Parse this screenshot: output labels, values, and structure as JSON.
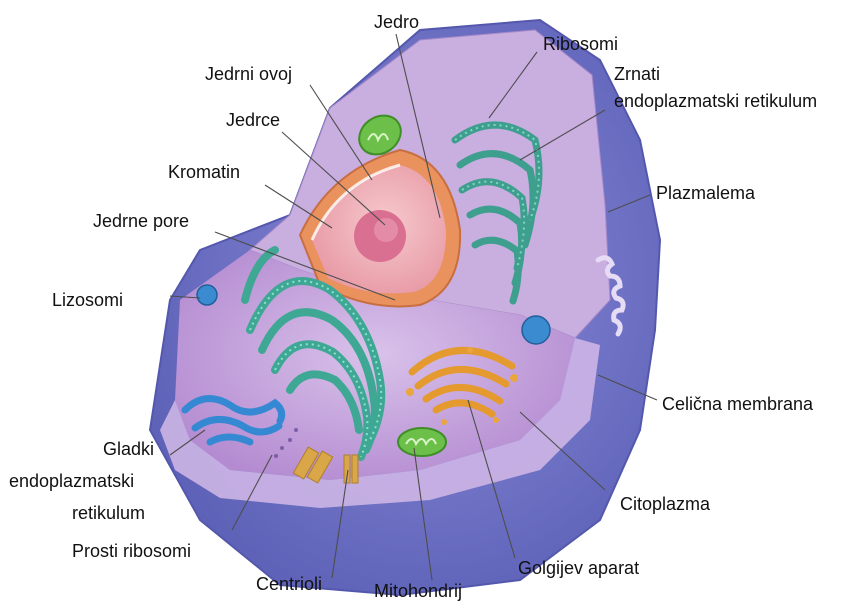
{
  "diagram": {
    "labels": {
      "jedro": "Jedro",
      "ribosomi": "Ribosomi",
      "zrnati_1": "Zrnati",
      "zrnati_2": "endoplazmatski retikulum",
      "jedrni_ovoj": "Jedrni ovoj",
      "jedrce": "Jedrce",
      "kromatin": "Kromatin",
      "plazmalema": "Plazmalema",
      "jedrne_pore": "Jedrne pore",
      "lizosomi": "Lizosomi",
      "celicna_membrana": "Celična membrana",
      "gladki_1": "Gladki",
      "gladki_2": "endoplazmatski",
      "gladki_3": "retikulum",
      "citoplazma": "Citoplazma",
      "prosti_ribosomi": "Prosti ribosomi",
      "golgijev_aparat": "Golgijev aparat",
      "centrioli": "Centrioli",
      "mitohondrij": "Mitohondrij"
    },
    "colors": {
      "membrane": "#6e6fc4",
      "cytoplasm": "#c5a6dc",
      "cytoplasm_deep": "#b48bd1",
      "nucleus_interior": "#f0b7bd",
      "nucleus_envelope": "#e7925a",
      "nucleolus": "#d86a8e",
      "rough_er": "#4fb5a3",
      "smooth_er": "#3b8fd6",
      "golgi": "#e7a23a",
      "mitochondria": "#6cc04a",
      "lysosome": "#3a8bd0",
      "centriole": "#d9a648"
    }
  }
}
